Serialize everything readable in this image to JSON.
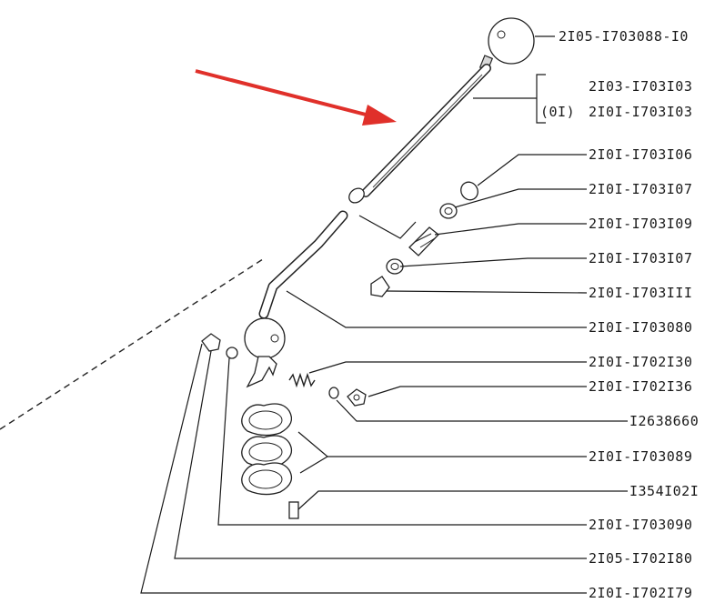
{
  "labels": {
    "knob": "2I05-I703088-I0",
    "lever_a": "2I03-I703I03",
    "lever_b_prefix": "(0I)",
    "lever_b": "2I0I-I703I03",
    "p1": "2I0I-I703I06",
    "p2": "2I0I-I703I07",
    "p3": "2I0I-I703I09",
    "p4": "2I0I-I703I07",
    "p5": "2I0I-I703III",
    "p6": "2I0I-I703080",
    "p7": "2I0I-I702I30",
    "p8": "2I0I-I702I36",
    "p9": "I2638660",
    "p10": "2I0I-I703089",
    "p11": "I354I02I",
    "p12": "2I0I-I703090",
    "p13": "2I05-I702I80",
    "p14": "2I0I-I702I79"
  },
  "arrow_color": "#e0302a"
}
